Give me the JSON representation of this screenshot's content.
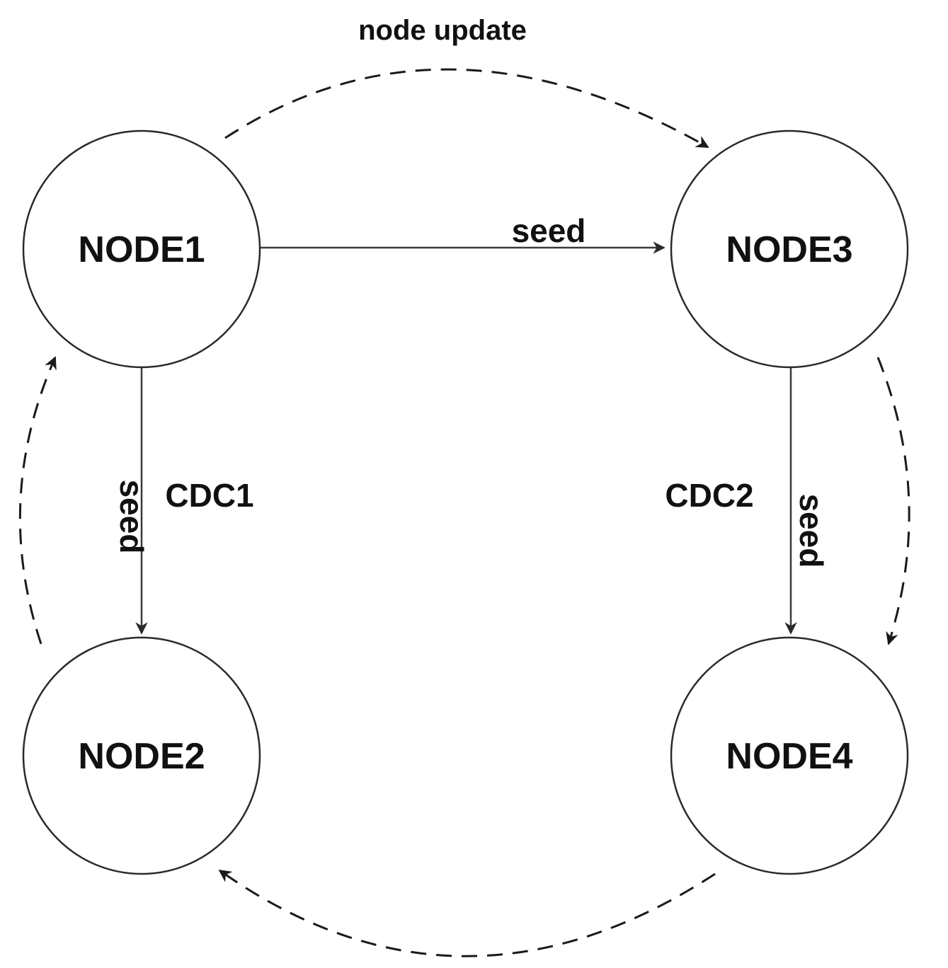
{
  "diagram": {
    "title": "node update",
    "nodes": [
      {
        "id": "node1",
        "label": "NODE1"
      },
      {
        "id": "node2",
        "label": "NODE2"
      },
      {
        "id": "node3",
        "label": "NODE3"
      },
      {
        "id": "node4",
        "label": "NODE4"
      }
    ],
    "edges": [
      {
        "from": "NODE1",
        "to": "NODE3",
        "style": "solid",
        "label": "seed"
      },
      {
        "from": "NODE1",
        "to": "NODE2",
        "style": "solid",
        "label": "seed"
      },
      {
        "from": "NODE3",
        "to": "NODE4",
        "style": "solid",
        "label": "seed"
      },
      {
        "from": "NODE1",
        "to": "NODE3",
        "style": "dashed",
        "label": "node update"
      },
      {
        "from": "NODE3",
        "to": "NODE4",
        "style": "dashed",
        "label": ""
      },
      {
        "from": "NODE4",
        "to": "NODE2",
        "style": "dashed",
        "label": ""
      },
      {
        "from": "NODE2",
        "to": "NODE1",
        "style": "dashed",
        "label": ""
      }
    ],
    "groups": [
      {
        "label": "CDC1"
      },
      {
        "label": "CDC2"
      }
    ],
    "colors": {
      "stroke": "#2a2a2a",
      "text": "#111111",
      "background": "#ffffff"
    }
  }
}
